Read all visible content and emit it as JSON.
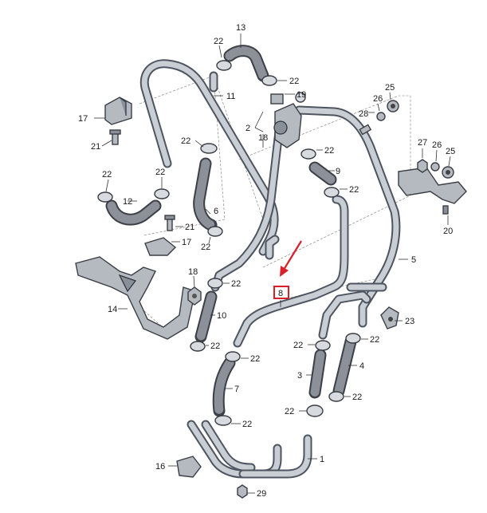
{
  "diagram": {
    "callouts": {
      "p1": "1",
      "p2": "2",
      "p3": "3",
      "p4": "4",
      "p5": "5",
      "p6": "6",
      "p7": "7",
      "p8": "8",
      "p9": "9",
      "p10": "10",
      "p11": "11",
      "p12": "12",
      "p13": "13",
      "p14": "14",
      "p16": "16",
      "p17": "17",
      "p18": "18",
      "p19": "19",
      "p20": "20",
      "p21": "21",
      "p22": "22",
      "p23": "23",
      "p25": "25",
      "p26": "26",
      "p27": "27",
      "p28": "28",
      "p29": "29"
    },
    "highlighted_part": "8",
    "highlight_color": "#d9202a",
    "line_color": "#3a3d44"
  }
}
